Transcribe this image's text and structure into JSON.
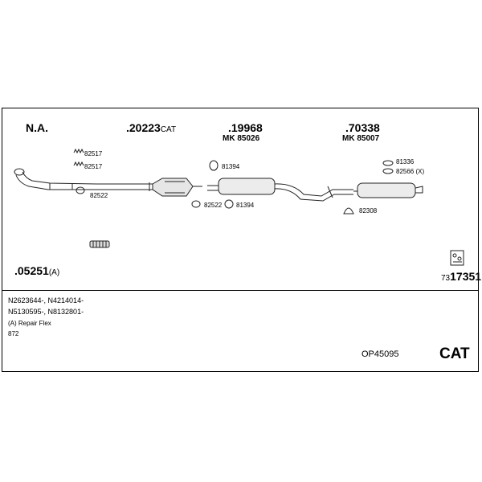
{
  "header": {
    "col1": {
      "label": "N.A."
    },
    "col2": {
      "number": ".20223",
      "suffix": "CAT"
    },
    "col3": {
      "number": ".19968",
      "kit": "MK 85026"
    },
    "col4": {
      "number": ".70338",
      "kit": "MK 85007"
    }
  },
  "parts": {
    "p82517a": "82517",
    "p82517b": "82517",
    "p82522a": "82522",
    "p81394a": "81394",
    "p82522b": "82522",
    "p81394b": "81394",
    "p81336": "81336",
    "p82566": "82566 (X)",
    "p82308": "82308"
  },
  "kit": {
    "number": ".05251",
    "suffix": "(A)"
  },
  "ref": {
    "prefix": "73",
    "number": "17351"
  },
  "notes": {
    "line1": "N2623644-, N4214014-",
    "line2": "N5130595-, N8132801-",
    "line3": "(A) Repair Flex",
    "line4": "872"
  },
  "footer": {
    "code": "OP45095",
    "badge": "CAT"
  }
}
